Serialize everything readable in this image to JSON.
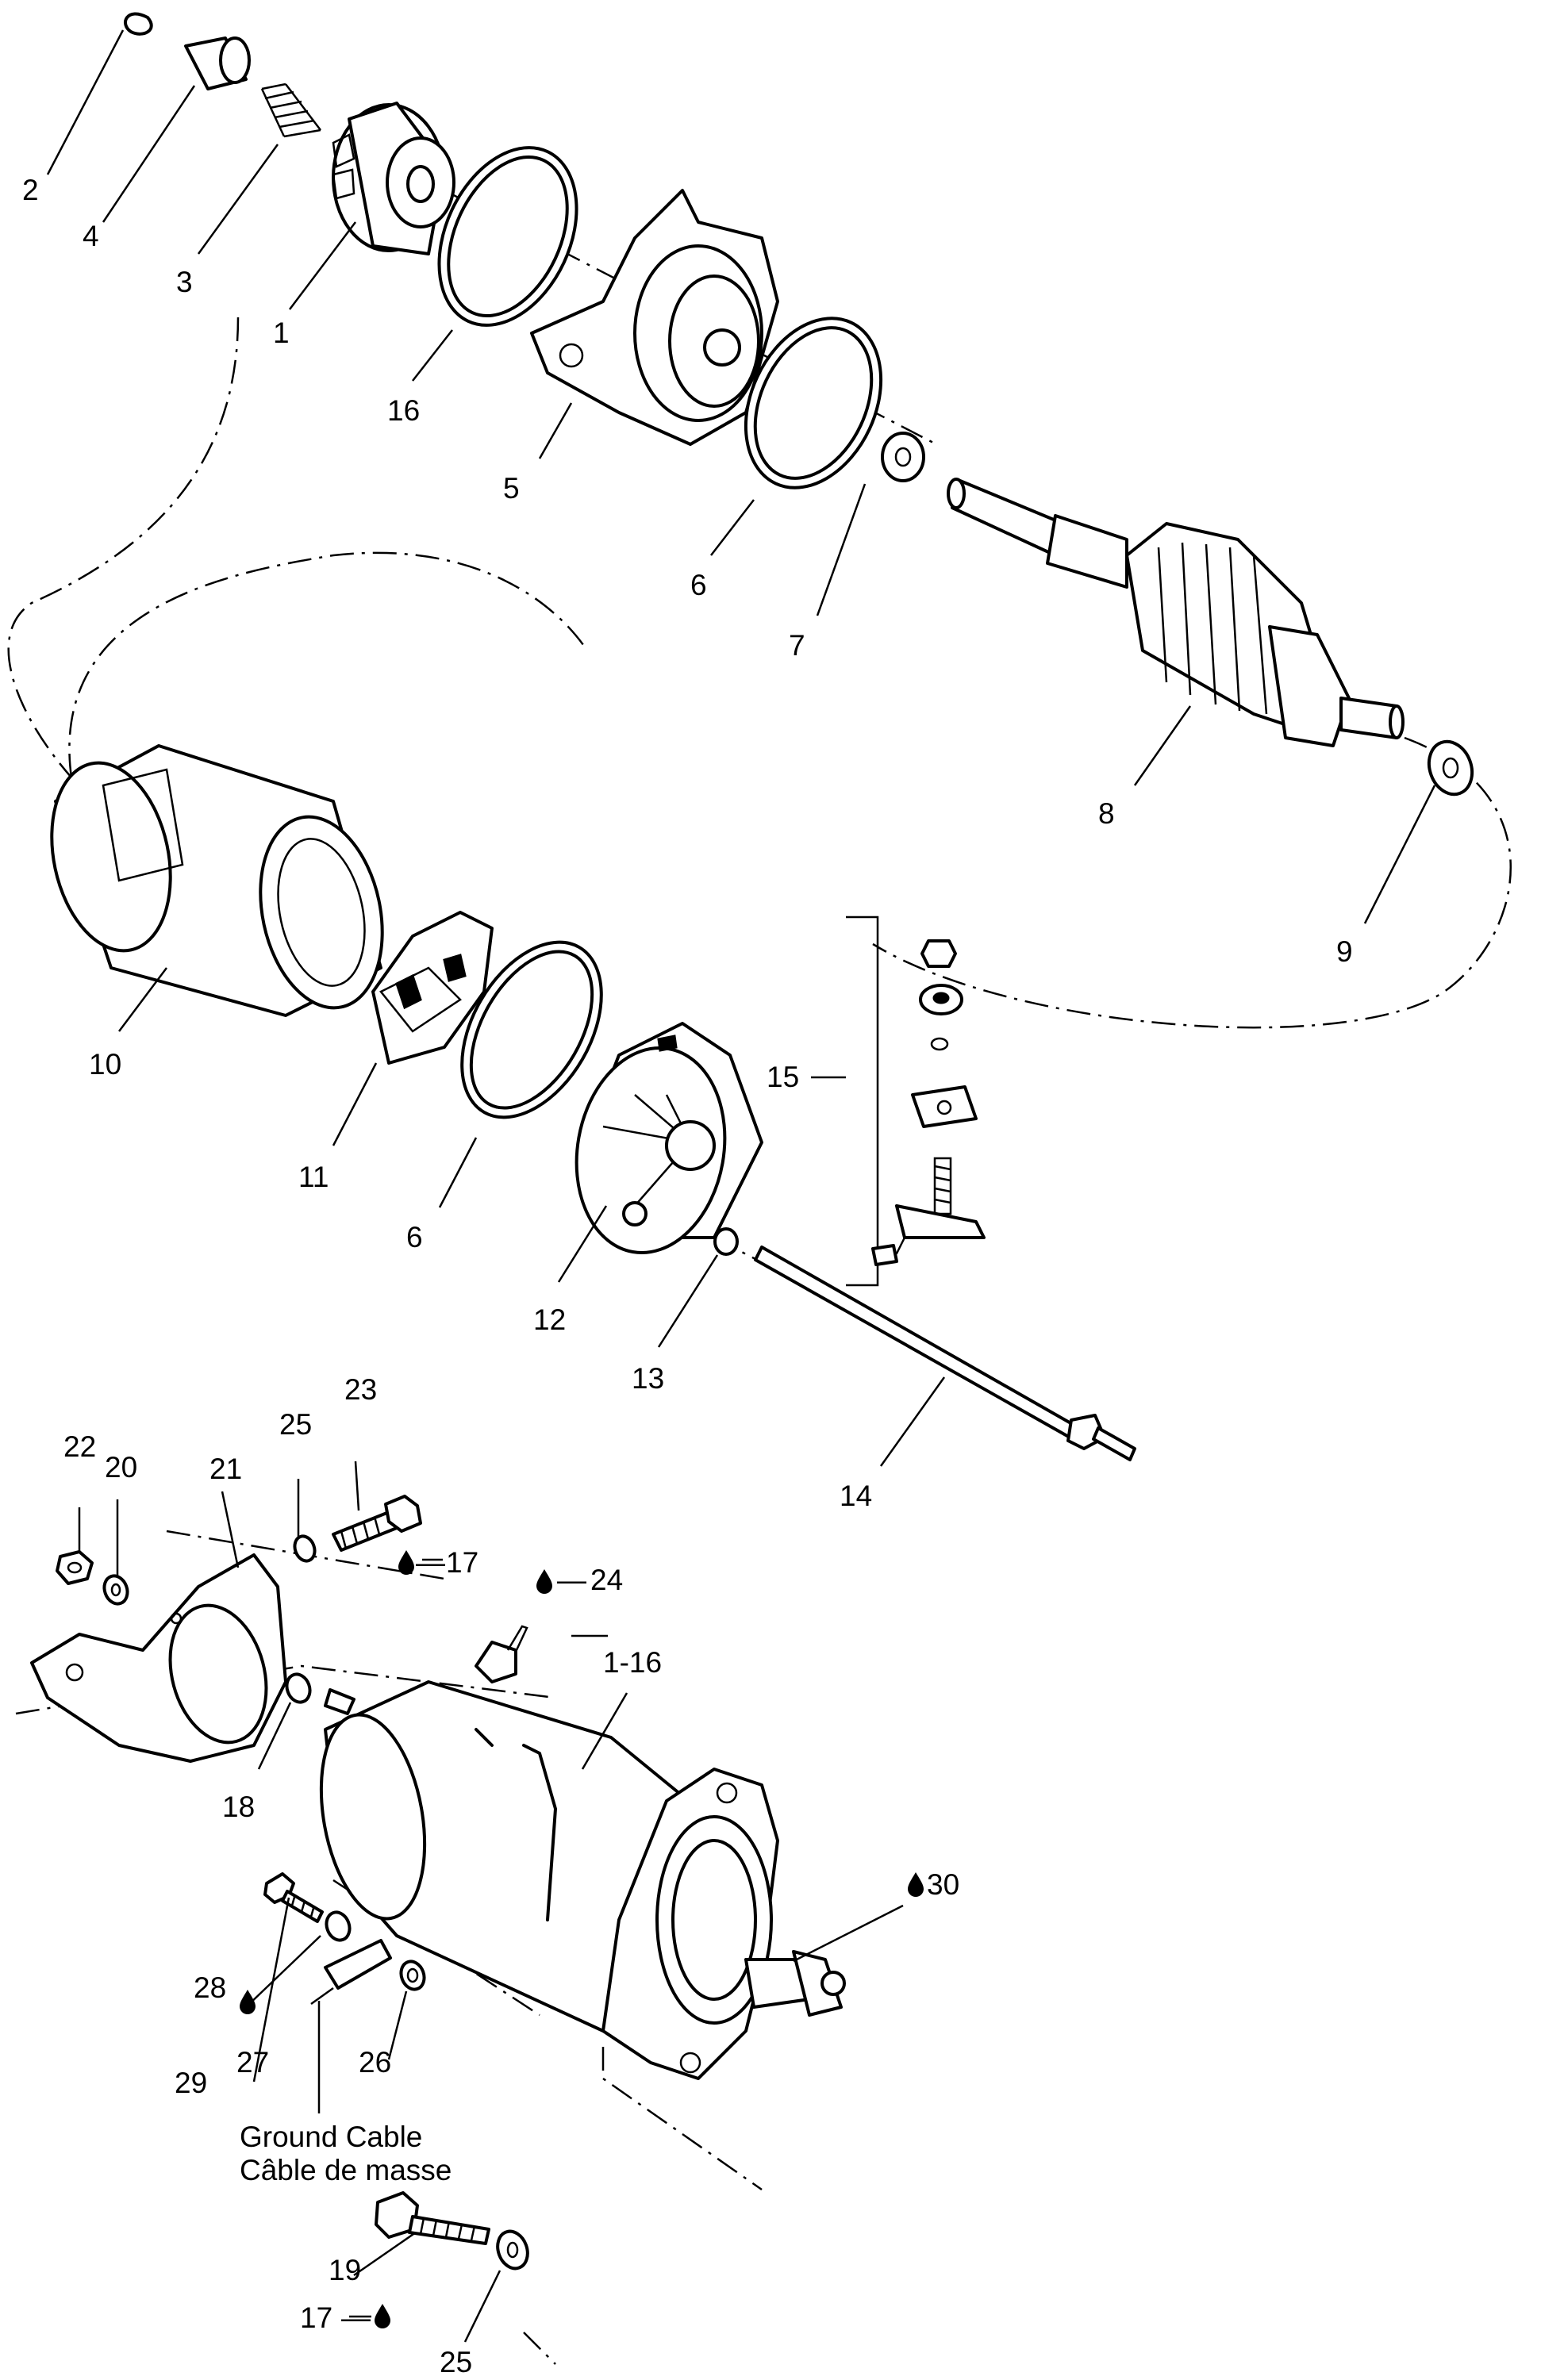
{
  "parts": {
    "p1": "1",
    "p2": "2",
    "p3": "3",
    "p4": "4",
    "p5": "5",
    "p6a": "6",
    "p6b": "6",
    "p7": "7",
    "p8": "8",
    "p9": "9",
    "p10": "10",
    "p11": "11",
    "p12": "12",
    "p13": "13",
    "p14": "14",
    "p15": "15",
    "p16": "16",
    "p17a": "17",
    "p17b": "17",
    "p18": "18",
    "p19": "19",
    "p20": "20",
    "p21": "21",
    "p22": "22",
    "p23": "23",
    "p24": "24",
    "p25a": "25",
    "p25b": "25",
    "p26": "26",
    "p27": "27",
    "p28": "28",
    "p29": "29",
    "p30": "30",
    "assembly": "1-16"
  },
  "annotations": {
    "dash": "—",
    "ground_cable_en": "Ground Cable",
    "ground_cable_fr": "Câble de masse"
  },
  "icons": {
    "sealant": "drop-icon"
  }
}
